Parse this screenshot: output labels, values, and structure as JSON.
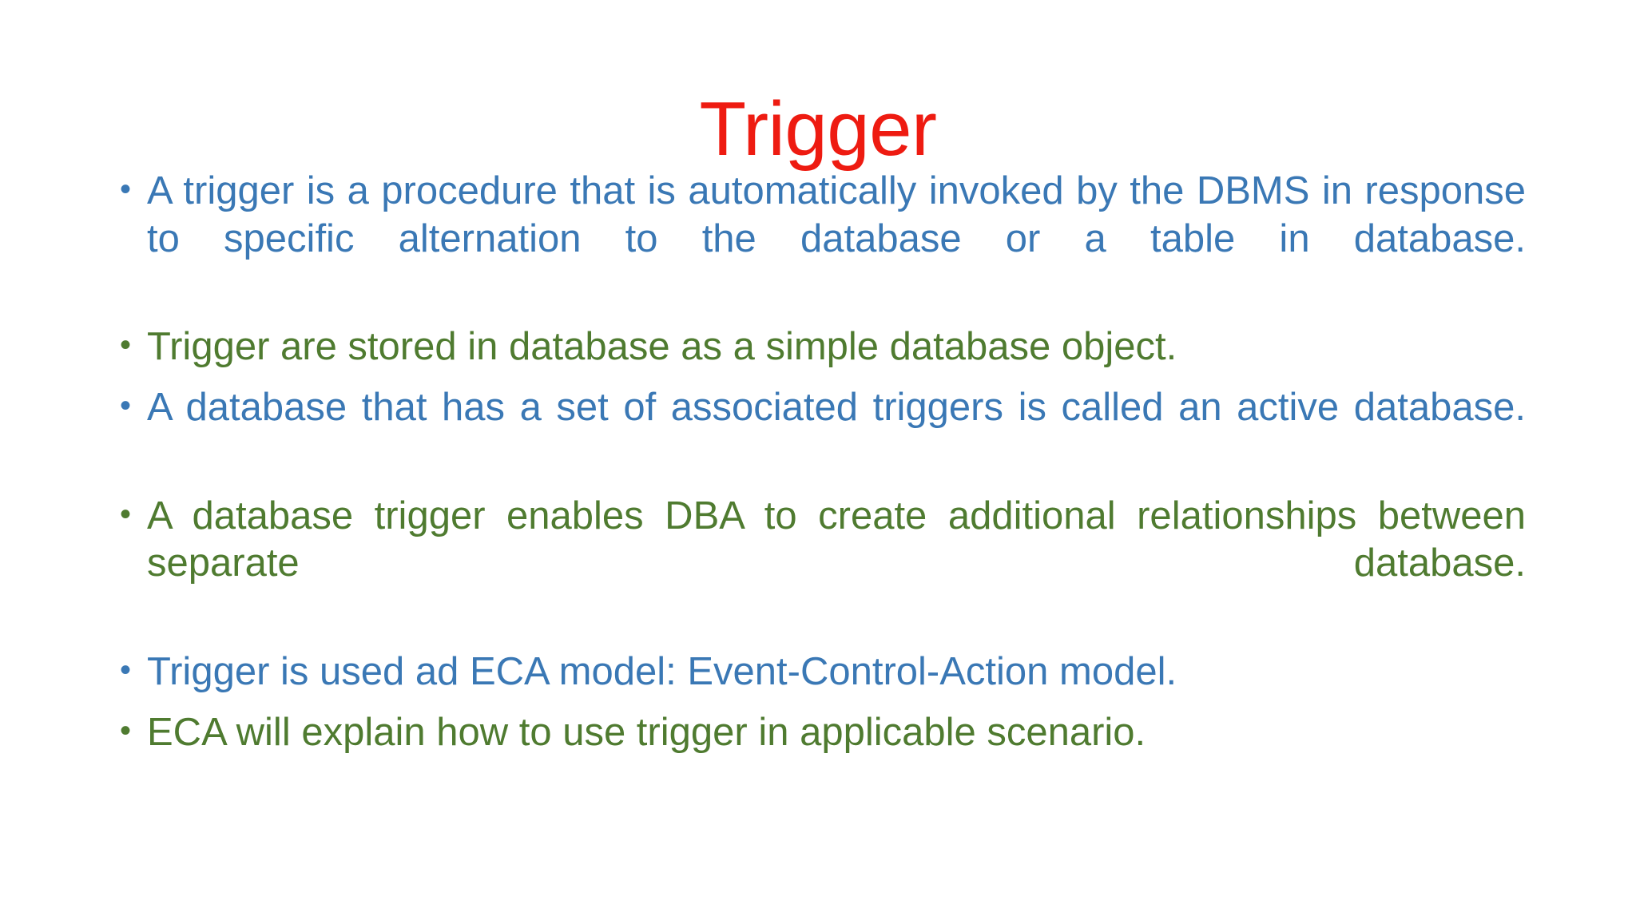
{
  "slide": {
    "title": "Trigger",
    "title_color": "#ee1b11",
    "background_color": "#ffffff",
    "bullet_marker": "•",
    "palette": {
      "blue": "#3a78b5",
      "green": "#4f7b30",
      "red": "#ee1b11"
    },
    "bullets": [
      {
        "text": "A trigger is a procedure that is automatically invoked by the DBMS in response to specific alternation to the database or a table in database.",
        "color": "blue",
        "lines": 3
      },
      {
        "text": "Trigger are stored in database as a simple database object.",
        "color": "green",
        "lines": 1
      },
      {
        "text": "A database that has a set of associated triggers is called an active database.",
        "color": "blue",
        "lines": 2
      },
      {
        "text": "A database trigger enables DBA to create additional relationships between separate database.",
        "color": "green",
        "lines": 2
      },
      {
        "text": "Trigger is used ad ECA model: Event-Control-Action model.",
        "color": "blue",
        "lines": 1
      },
      {
        "text": "ECA will explain how to use trigger in applicable scenario.",
        "color": "green",
        "lines": 1
      }
    ]
  }
}
